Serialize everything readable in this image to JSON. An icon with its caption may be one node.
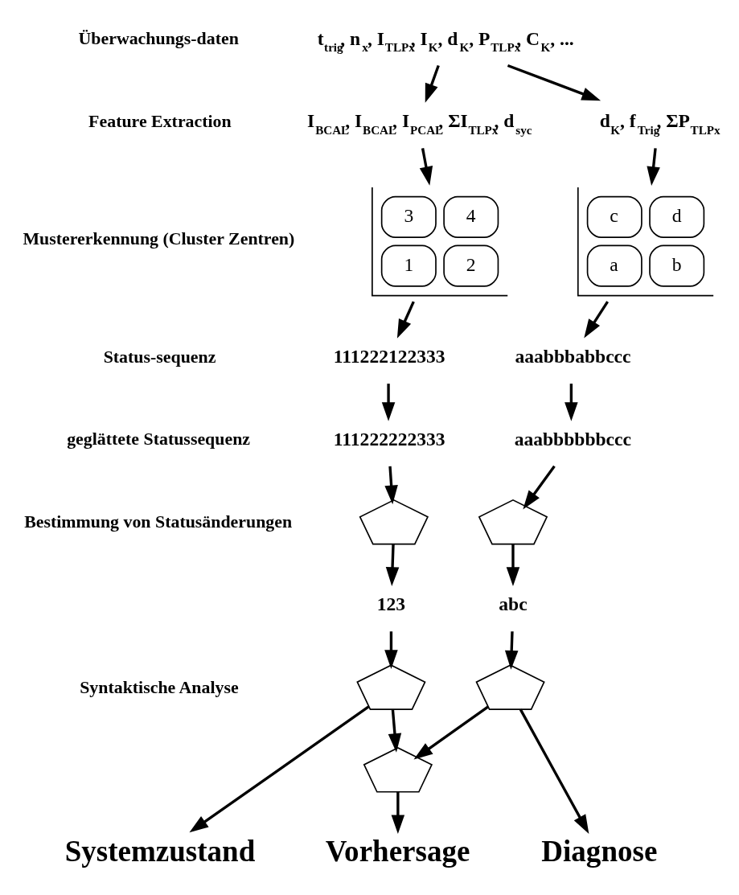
{
  "diagram": {
    "nodes": [
      {
        "text": [
          "t$_{trig}$, n$_{x}$, I$_{TLPx}$, I$_{K}$, d$_{K}$, P$_{TLPx}$, C$_{K}$, ..."
        ]
      },
      {
        "text": [
          "I$_{BCAL}$, I$_{BCAL}$, I$_{PCAL}$, ΣI$_{TLPx}$, d$_{syc}$"
        ]
      },
      {
        "text": [
          "d$_{K}$, f$_{Trig}$, ΣP$_{TLPx}$"
        ]
      },
      {
        "text": [
          "3",
          "4",
          "1",
          "2"
        ]
      },
      {
        "text": [
          "c",
          "d",
          "a",
          "b"
        ]
      },
      {
        "text": [
          "111222122333"
        ]
      },
      {
        "text": [
          "aaabbbabbccc"
        ]
      },
      {
        "text": [
          "111222222333"
        ]
      },
      {
        "text": [
          "aaabbbbbbccc"
        ]
      },
      {
        "text": [],
        "shape": "network"
      },
      {
        "text": [],
        "shape": "network"
      },
      {
        "text": [
          "123"
        ]
      },
      {
        "text": [
          "abc"
        ]
      },
      {
        "text": [],
        "shape": "network"
      },
      {
        "text": [],
        "shape": "network"
      },
      {
        "text": [],
        "shape": "network"
      },
      {
        "text": [
          "Systemzustand"
        ]
      },
      {
        "text": [
          "Vorhersage"
        ]
      },
      {
        "text": [
          "Diagnose"
        ]
      }
    ],
    "edges": [
      {
        "from": 0,
        "to": 1,
        "arrow": "to"
      },
      {
        "from": 0,
        "to": 2,
        "arrow": "to"
      },
      {
        "from": 1,
        "to": 3,
        "arrow": "to"
      },
      {
        "from": 2,
        "to": 4,
        "arrow": "to"
      },
      {
        "from": 3,
        "to": 5,
        "arrow": "to"
      },
      {
        "from": 4,
        "to": 6,
        "arrow": "to"
      },
      {
        "from": 5,
        "to": 7,
        "arrow": "to"
      },
      {
        "from": 6,
        "to": 8,
        "arrow": "to"
      },
      {
        "from": 7,
        "to": 9,
        "arrow": "to"
      },
      {
        "from": 8,
        "to": 10,
        "arrow": "to"
      },
      {
        "from": 9,
        "to": 11,
        "arrow": "to"
      },
      {
        "from": 10,
        "to": 12,
        "arrow": "to"
      },
      {
        "from": 11,
        "to": 13,
        "arrow": "to"
      },
      {
        "from": 12,
        "to": 14,
        "arrow": "to"
      },
      {
        "from": 13,
        "to": 16,
        "arrow": "to"
      },
      {
        "from": 13,
        "to": 15,
        "arrow": "to"
      },
      {
        "from": 14,
        "to": 15,
        "arrow": "to"
      },
      {
        "from": 14,
        "to": 18,
        "arrow": "to"
      },
      {
        "from": 15,
        "to": 17,
        "arrow": "to"
      }
    ],
    "labels": [
      "Überwachungs-daten",
      "Feature Extraction",
      "Mustererkennung (Cluster Zentren)",
      "Status-sequenz",
      "geglättete Statussequenz",
      "Bestimmung von Statusänderungen",
      "Syntaktische Analyse"
    ]
  }
}
